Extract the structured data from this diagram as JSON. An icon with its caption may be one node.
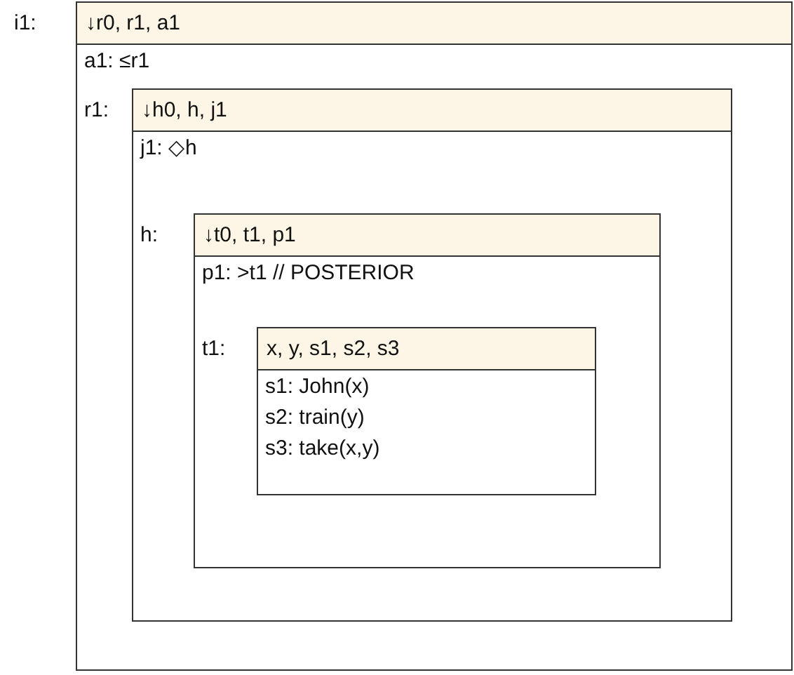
{
  "diagram": {
    "nodes": [
      {
        "text": [
          "i1:",
          "↓r0, r1, a1",
          "a1: ≤r1"
        ]
      },
      {
        "text": [
          "r1:",
          "↓h0, h, j1",
          "j1: ◇h"
        ],
        "in": 0
      },
      {
        "text": [
          "h:",
          "↓t0, t1, p1",
          "p1: >t1 // POSTERIOR"
        ],
        "in": 1
      },
      {
        "text": [
          "t1:",
          "x, y, s1, s2, s3",
          "s1: John(x)",
          "s2: train(y)",
          "s3: take(x,y)"
        ],
        "in": 2
      }
    ]
  }
}
